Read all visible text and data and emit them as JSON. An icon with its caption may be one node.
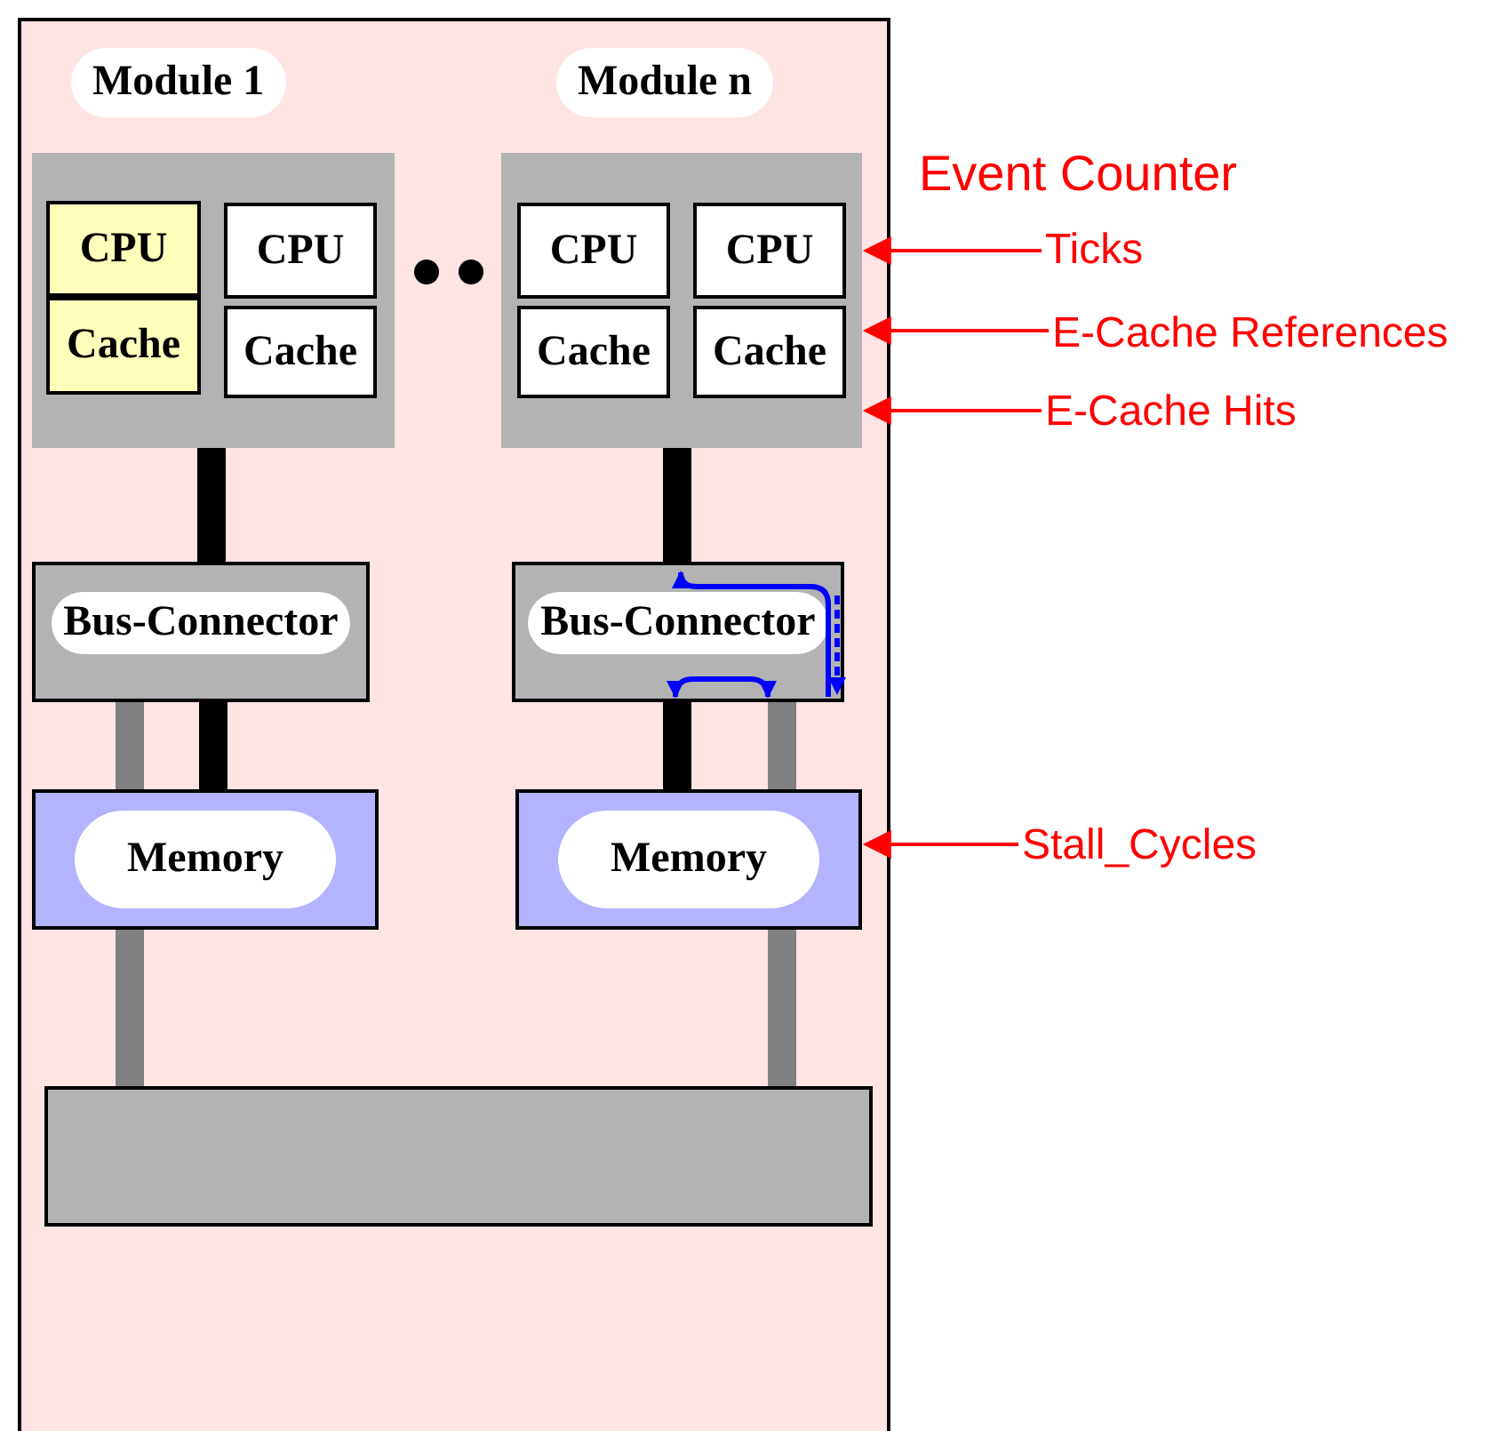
{
  "diagram": {
    "nodes": [
      {
        "text": [
          "Module 1"
        ]
      },
      {
        "text": [
          "CPU"
        ],
        "in": 0
      },
      {
        "text": [
          "Cache"
        ],
        "in": 0
      },
      {
        "text": [
          "CPU"
        ],
        "in": 0
      },
      {
        "text": [
          "Cache"
        ],
        "in": 0
      },
      {
        "text": [
          "Module n"
        ]
      },
      {
        "text": [
          "CPU"
        ],
        "in": 5
      },
      {
        "text": [
          "Cache"
        ],
        "in": 5
      },
      {
        "text": [
          "CPU"
        ],
        "in": 5
      },
      {
        "text": [
          "Cache"
        ],
        "in": 5
      },
      {
        "text": [
          "Bus-Connector"
        ]
      },
      {
        "text": [
          "Bus-Connector"
        ]
      },
      {
        "text": [
          "Memory"
        ]
      },
      {
        "text": [
          "Memory"
        ]
      },
      {
        "text": [],
        "shape": "bar"
      },
      {
        "text": [
          "Ticks"
        ]
      },
      {
        "text": [
          "E-Cache References"
        ]
      },
      {
        "text": [
          "E-Cache Hits"
        ]
      },
      {
        "text": [
          "Stall_Cycles"
        ]
      }
    ],
    "edges": [
      {
        "from": 0,
        "to": 10,
        "arrow": "none",
        "color": "#000000"
      },
      {
        "from": 5,
        "to": 11,
        "arrow": "none",
        "color": "#000000"
      },
      {
        "from": 10,
        "to": 12,
        "arrow": "none",
        "color": "#808080"
      },
      {
        "from": 10,
        "to": 12,
        "arrow": "none",
        "color": "#000000"
      },
      {
        "from": 11,
        "to": 13,
        "arrow": "none",
        "color": "#000000"
      },
      {
        "from": 11,
        "to": 13,
        "arrow": "none",
        "color": "#808080"
      },
      {
        "from": 12,
        "to": 14,
        "arrow": "none",
        "color": "#808080"
      },
      {
        "from": 13,
        "to": 14,
        "arrow": "none",
        "color": "#808080"
      },
      {
        "from": 15,
        "to": 5,
        "arrow": "to",
        "color": "#ff0000"
      },
      {
        "from": 16,
        "to": 5,
        "arrow": "to",
        "color": "#ff0000"
      },
      {
        "from": 17,
        "to": 5,
        "arrow": "to",
        "color": "#ff0000"
      },
      {
        "from": 18,
        "to": 13,
        "arrow": "to",
        "color": "#ff0000"
      }
    ],
    "labels": [
      "Event Counter"
    ]
  }
}
